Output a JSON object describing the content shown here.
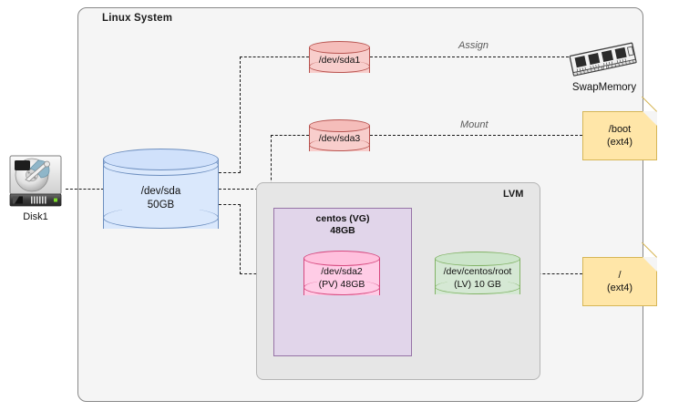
{
  "diagram": {
    "title": "Linux System",
    "lvm_title": "LVM",
    "vg_title_line1": "centos (VG)",
    "vg_title_line2": "48GB"
  },
  "disk": {
    "icon": "hard-disk-icon",
    "caption": "Disk1"
  },
  "sda": {
    "line1": "/dev/sda",
    "line2": "50GB"
  },
  "partitions": {
    "sda1": "/dev/sda1",
    "sda3": "/dev/sda3",
    "sda2_line1": "/dev/sda2",
    "sda2_line2": "(PV) 48GB"
  },
  "lv": {
    "line1": "/dev/centos/root",
    "line2": "(LV) 10 GB"
  },
  "swap": {
    "icon": "memory-module-icon",
    "caption": "SwapMemory"
  },
  "mounts": {
    "boot_line1": "/boot",
    "boot_line2": "(ext4)",
    "root_line1": "/",
    "root_line2": "(ext4)"
  },
  "edges": {
    "assign": "Assign",
    "mount": "Mount"
  },
  "colors": {
    "canvas_bg": "#ffffff",
    "linux_box_bg": "#f5f5f5",
    "linux_box_border": "#888888",
    "lvm_bg": "#e6e6e6",
    "vg_bg": "#e1d5ea",
    "vg_border": "#9673a6",
    "partition_fill": "#f8cecc",
    "partition_stroke": "#b85450",
    "pv_fill": "#ffcce6",
    "pv_stroke": "#d6487e",
    "lv_fill": "#d5e8d4",
    "lv_stroke": "#82b366",
    "disk_fill": "#dae8fc",
    "disk_stroke": "#6c8ebf",
    "note_fill": "#ffe6a8",
    "note_stroke": "#d6b656",
    "edge_label": "#5a5a5a",
    "connector": "#1a1a1a"
  }
}
